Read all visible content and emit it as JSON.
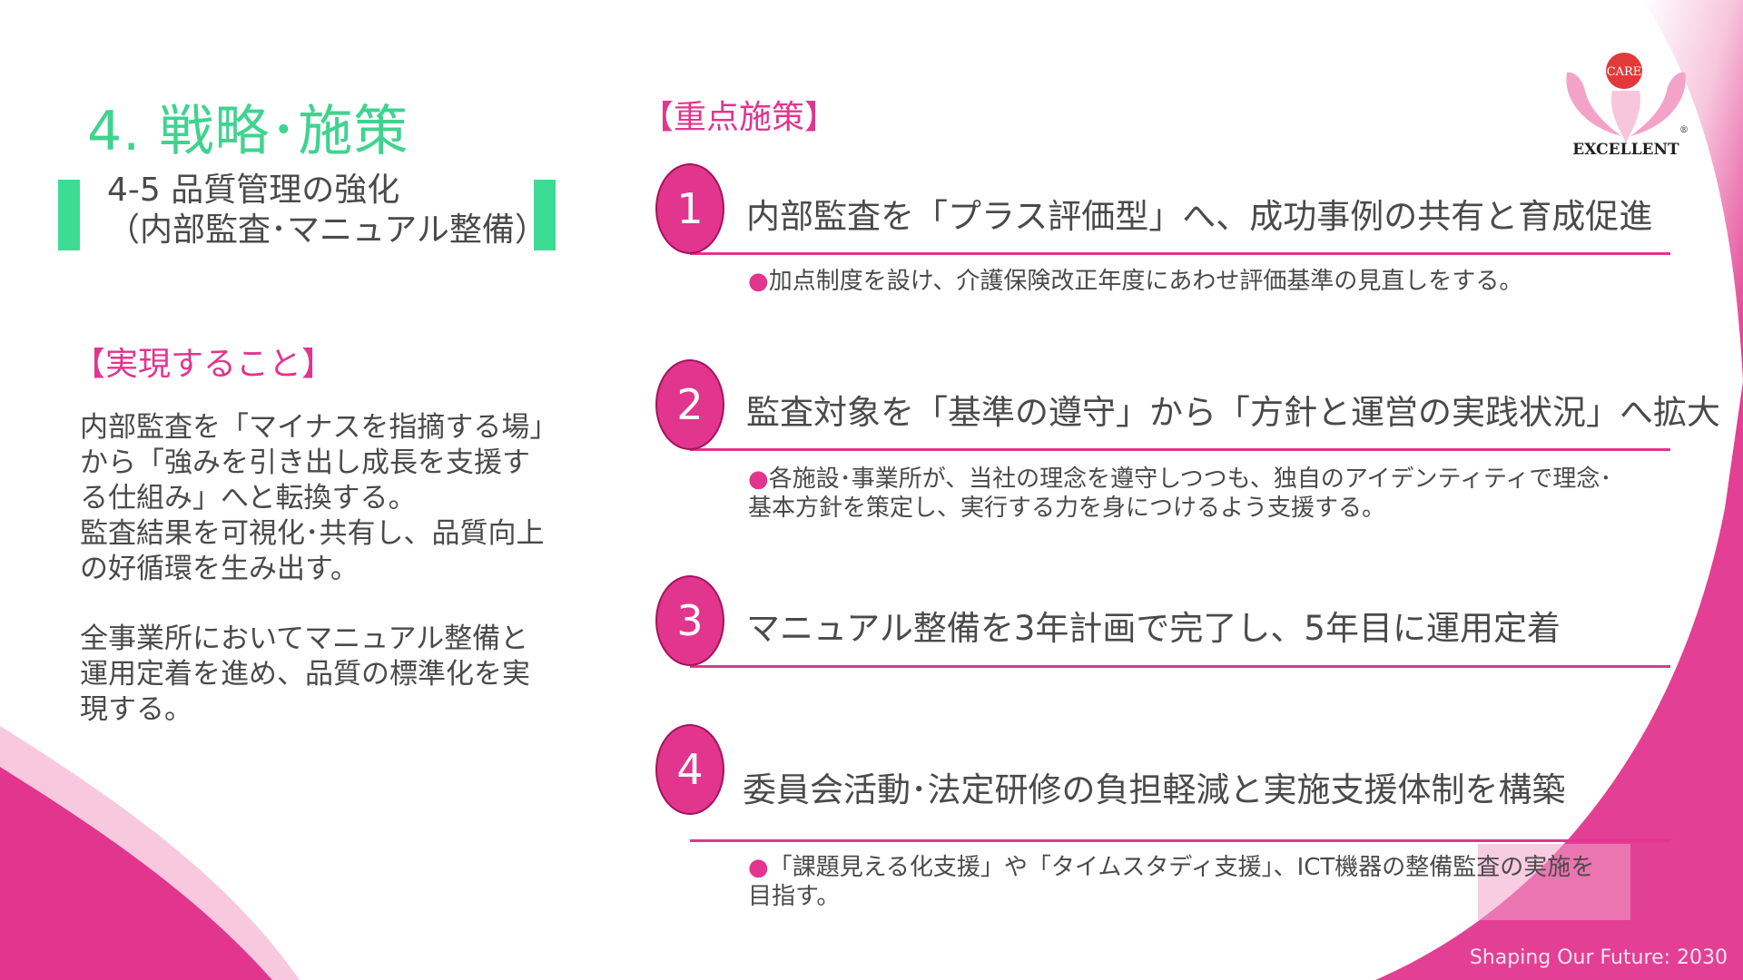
{
  "section": {
    "title": "4. 戦略･施策",
    "subtitle_line1": "4-5 品質管理の強化",
    "subtitle_line2": "（内部監査･マニュアル整備）"
  },
  "left": {
    "heading": "【実現すること】",
    "paragraph1": [
      "内部監査を「マイナスを指摘する場」",
      "から「強みを引き出し成長を支援す",
      "る仕組み」へと転換する。",
      "監査結果を可視化･共有し、品質向上",
      "の好循環を生み出す。"
    ],
    "paragraph2": [
      "全事業所においてマニュアル整備と",
      "運用定着を進め、品質の標準化を実",
      "現する。"
    ]
  },
  "right": {
    "heading": "【重点施策】",
    "items": [
      {
        "number": "1",
        "title": "内部監査を「プラス評価型」へ、成功事例の共有と育成促進",
        "desc": [
          "●加点制度を設け、介護保険改正年度にあわせ評価基準の見直しをする。"
        ]
      },
      {
        "number": "2",
        "title": "監査対象を「基準の遵守」から「方針と運営の実践状況」へ拡大",
        "desc": [
          "●各施設･事業所が、当社の理念を遵守しつつも、独自のアイデンティティで理念･",
          "基本方針を策定し、実行する力を身につけるよう支援する。"
        ]
      },
      {
        "number": "3",
        "title": "マニュアル整備を3年計画で完了し、5年目に運用定着",
        "desc": []
      },
      {
        "number": "4",
        "title": "委員会活動･法定研修の負担軽減と実施支援体制を構築",
        "desc": [
          "●「課題見える化支援」や「タイムスタディ支援」、ICT機器の整備監査の実施を",
          "目指す。"
        ]
      }
    ]
  },
  "logo": {
    "badge": "CARE",
    "text": "EXCELLENT",
    "mark": "®"
  },
  "footer": "Shaping Our Future: 2030",
  "colors": {
    "accent_pink": "#e1358e",
    "accent_green": "#3fd38f",
    "text": "#4a4a4a"
  }
}
